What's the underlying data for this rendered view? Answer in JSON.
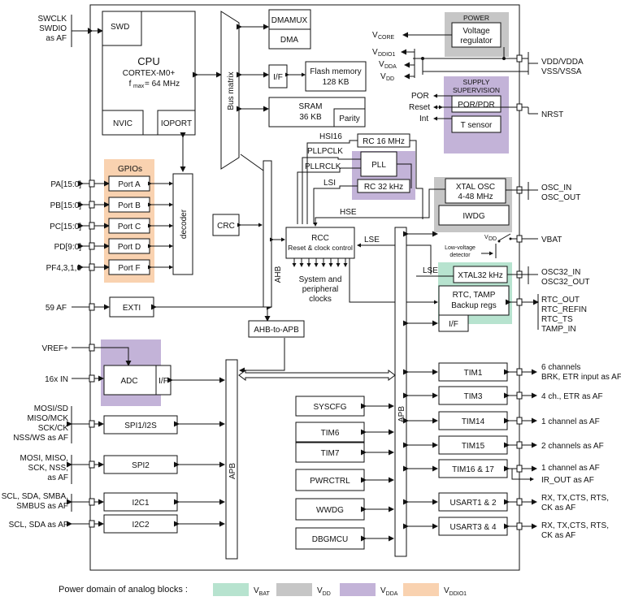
{
  "left_pins": {
    "swclk": "SWCLK",
    "swdio": "SWDIO",
    "swd_af": "as AF",
    "pa": "PA[15:0]",
    "pb": "PB[15:0]",
    "pc": "PC[15:0]",
    "pd": "PD[9:0]",
    "pf": "PF4,3,1,0",
    "exti_af": "59 AF",
    "vref": "VREF+",
    "adc_in": "16x IN",
    "spi1_l1": "MOSI/SD",
    "spi1_l2": "MISO/MCK",
    "spi1_l3": "SCK/CK",
    "spi1_l4": "NSS/WS as AF",
    "spi2_l1": "MOSI, MISO,",
    "spi2_l2": "SCK, NSS,",
    "spi2_l3": "as AF",
    "i2c1_l1": "SCL, SDA, SMBA,",
    "i2c1_l2": "SMBUS as AF",
    "i2c2": "SCL, SDA as AF"
  },
  "blocks": {
    "swd": "SWD",
    "cpu": "CPU",
    "cpu_core": "CORTEX-M0+",
    "fmax": "= 64 MHz",
    "nvic": "NVIC",
    "ioport": "IOPORT",
    "gpios": "GPIOs",
    "port_a": "Port A",
    "port_b": "Port B",
    "port_c": "Port C",
    "port_d": "Port D",
    "port_f": "Port F",
    "decoder": "decoder",
    "exti": "EXTI",
    "bus_matrix": "Bus matrix",
    "dmamux": "DMAMUX",
    "dma": "DMA",
    "if_flash": "I/F",
    "flash_l1": "Flash memory",
    "flash_l2": "128 KB",
    "sram_l1": "SRAM",
    "sram_l2": "36 KB",
    "parity": "Parity",
    "crc": "CRC",
    "ahb": "AHB",
    "hsi16": "HSI16",
    "pllpclk": "PLLPCLK",
    "pllrclk": "PLLRCLK",
    "lsi": "LSI",
    "rc16": "RC 16 MHz",
    "pll": "PLL",
    "rc32": "RC 32 kHz",
    "hse": "HSE",
    "rcc_l1": "RCC",
    "rcc_l2": "Reset & clock control",
    "sys_l1": "System and",
    "sys_l2": "peripheral",
    "sys_l3": "clocks",
    "lse1": "LSE",
    "lse2": "LSE",
    "ahb_to_apb": "AHB-to-APB",
    "adc": "ADC",
    "if_adc": "I/F",
    "spi1": "SPI1/I2S",
    "spi2": "SPI2",
    "i2c1": "I2C1",
    "i2c2": "I2C2",
    "apb_left": "APB",
    "apb_right": "APB",
    "syscfg": "SYSCFG",
    "tim6": "TIM6",
    "tim7": "TIM7",
    "pwrctrl": "PWRCTRL",
    "wwdg": "WWDG",
    "dbgmcu": "DBGMCU",
    "power": "POWER",
    "vreg_l1": "Voltage",
    "vreg_l2": "regulator",
    "vcore": "CORE",
    "vddio1": "DDIO1",
    "vdda": "DDA",
    "vdd": "DD",
    "supply_l1": "SUPPLY",
    "supply_l2": "SUPERVISION",
    "por": "POR",
    "reset": "Reset",
    "int": "Int",
    "porpdr": "POR/PDR",
    "tsensor": "T sensor",
    "xtal_l1": "XTAL OSC",
    "xtal_l2": "4-48 MHz",
    "iwdg": "IWDG",
    "vdd_sw": "DD",
    "lowv_l1": "Low-voltage",
    "lowv_l2": "detector",
    "xtal32": "XTAL32 kHz",
    "rtc_l1": "RTC, TAMP",
    "rtc_l2": "Backup regs",
    "if_rtc": "I/F",
    "tim1": "TIM1",
    "tim3": "TIM3",
    "tim14": "TIM14",
    "tim15": "TIM15",
    "tim16": "TIM16 & 17",
    "usart12": "USART1 & 2",
    "usart34": "USART3 & 4"
  },
  "right_pins": {
    "vdd_vdda": "VDD/VDDA",
    "vss_vssa": "VSS/VSSA",
    "nrst": "NRST",
    "osc_in": "OSC_IN",
    "osc_out": "OSC_OUT",
    "vbat": "VBAT",
    "osc32_in": "OSC32_IN",
    "osc32_out": "OSC32_OUT",
    "rtc_out": "RTC_OUT",
    "rtc_refin": "RTC_REFIN",
    "rtc_ts": "RTC_TS",
    "tamp_in": "TAMP_IN",
    "tim1_l1": "6 channels",
    "tim1_l2": "BRK, ETR input as AF",
    "tim3": "4 ch., ETR as AF",
    "tim14": "1 channel as AF",
    "tim15": "2 channels as AF",
    "tim16_l1": "1 channel as AF",
    "tim16_l2": "IR_OUT as AF",
    "usart12_l1": "RX, TX,CTS, RTS,",
    "usart12_l2": "CK as AF",
    "usart34_l1": "RX, TX,CTS, RTS,",
    "usart34_l2": "CK as AF"
  },
  "legend": {
    "title": "Power domain of analog blocks :",
    "vbat": "BAT",
    "vdd": "DD",
    "vdda": "DDA",
    "vddio1": "DDIO1"
  },
  "colors": {
    "vbat": "#b7e3cf",
    "vdd": "#c6c6c6",
    "vdda": "#c3b3d8",
    "vddio1": "#f9d2b0"
  }
}
